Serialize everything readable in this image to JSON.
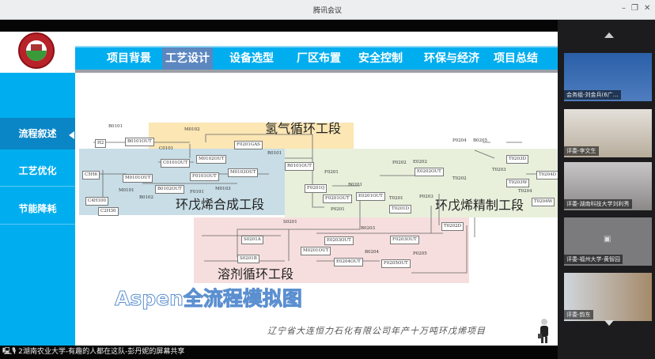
{
  "window": {
    "title": "腾讯会议",
    "minimize": "–",
    "restore": "❐",
    "close": "✕"
  },
  "nav": {
    "tabs": [
      "项目背景",
      "工艺设计",
      "设备选型",
      "厂区布置",
      "安全控制",
      "环保与经济",
      "项目总结"
    ],
    "active": 1
  },
  "sidebar": {
    "items": [
      "流程叙述",
      "工艺优化",
      "节能降耗"
    ],
    "active": 0
  },
  "diagram": {
    "sections": [
      "氢气循环工段",
      "环戊烯合成工段",
      "环戊烯精制工段",
      "溶剂循环工段"
    ],
    "streams": [
      "H2",
      "B0101OUT",
      "F0201GAS",
      "C0101OUT",
      "M0102OUT",
      "R0101OUT",
      "C5H6",
      "M0101OUT",
      "B0102OUT",
      "F0101OUT",
      "M0103OUT",
      "C4H100",
      "C2H30",
      "F0201Q",
      "F0201OUT",
      "E0201OUT",
      "T0201D",
      "E0202OUT",
      "T0203D",
      "T0203W",
      "T0204D",
      "T0204W",
      "S0201A",
      "S0201B",
      "M0201OUT",
      "E0203OUT",
      "F0203OUT",
      "T0202D",
      "E0204OUT",
      "F0205OUT"
    ],
    "blocks": [
      "B0101",
      "C0101",
      "M0102",
      "R0101",
      "B0102",
      "F0101",
      "M0101",
      "M0103",
      "F0201",
      "P0201",
      "B0201",
      "T0201",
      "P0202",
      "E0202",
      "T0202",
      "P0203",
      "P0204",
      "B0205",
      "T0203",
      "T0204",
      "S0201",
      "B0203",
      "B0204",
      "P0205"
    ]
  },
  "slide": {
    "title": "Aspen全流程模拟图",
    "caption": "辽宁省大连恒力石化有限公司年产十万吨环戊烯项目"
  },
  "participants": [
    "会务组-刘金兵(6广…",
    "评委-李文生",
    "评委-湖南科技大学刘利秀",
    "评委-福州大学-黄智园",
    "评委-韵东"
  ],
  "share_bar": "2湖南农业大学-有趣的人都在这队-彭丹妮的屏幕共享"
}
